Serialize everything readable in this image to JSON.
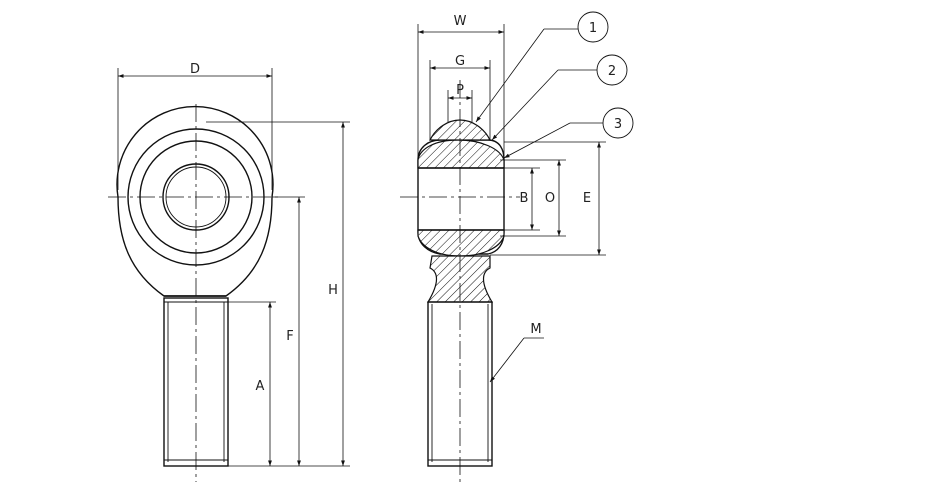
{
  "dimension_labels": {
    "D": "D",
    "H": "H",
    "F": "F",
    "A": "A",
    "W": "W",
    "G": "G",
    "P": "P",
    "B": "B",
    "O": "O",
    "E": "E",
    "M": "M"
  },
  "callouts": [
    "1",
    "2",
    "3"
  ]
}
